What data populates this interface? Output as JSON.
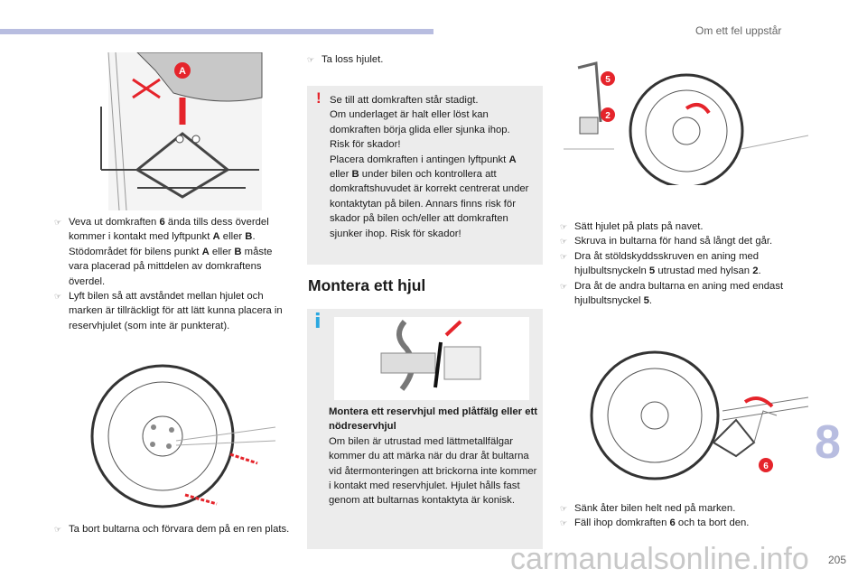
{
  "header": {
    "section_title": "Om ett fel uppstår",
    "accent_color": "#b8bde0"
  },
  "figures": {
    "lift_point_label": "A",
    "wrench_label": "5",
    "socket_label": "2",
    "jack_label": "6"
  },
  "left": {
    "steps": [
      [
        [
          "Veva ut domkraften ",
          0
        ],
        [
          "6",
          1
        ],
        [
          " ända tills dess överdel kommer i kontakt med lyftpunkt ",
          0
        ],
        [
          "A",
          1
        ],
        [
          " eller ",
          0
        ],
        [
          "B",
          1
        ],
        [
          ". Stödområdet för bilens punkt ",
          0
        ],
        [
          "A",
          1
        ],
        [
          " eller ",
          0
        ],
        [
          "B",
          1
        ],
        [
          " måste vara placerad på mittdelen av domkraftens överdel.",
          0
        ]
      ],
      [
        [
          "Lyft bilen så att avståndet mellan hjulet och marken är tillräckligt för att lätt kunna placera in reservhjulet (som inte är punkterat).",
          0
        ]
      ]
    ],
    "bottom_steps": [
      [
        [
          "Ta bort bultarna och förvara dem på en ren plats.",
          0
        ]
      ]
    ]
  },
  "middle": {
    "steps": [
      [
        [
          "Ta loss hjulet.",
          0
        ]
      ]
    ],
    "warning": {
      "icon": "exclamation-icon",
      "paragraphs": [
        [
          [
            "Se till att domkraften står stadigt.",
            0
          ]
        ],
        [
          [
            "Om underlaget är halt eller löst kan domkraften börja glida eller sjunka ihop.",
            0
          ]
        ],
        [
          [
            "Risk för skador!",
            0
          ]
        ],
        [
          [
            "Placera domkraften i antingen lyftpunkt ",
            0
          ],
          [
            "A",
            1
          ],
          [
            " eller ",
            0
          ],
          [
            "B",
            1
          ],
          [
            " under bilen och kontrollera att domkraftshuvudet är korrekt centrerat under kontaktytan på bilen. Annars finns risk för skador på bilen och/eller att domkraften sjunker ihop. Risk för skador!",
            0
          ]
        ]
      ]
    },
    "section_heading": "Montera ett hjul",
    "info": {
      "icon": "info-icon",
      "title": "Montera ett reservhjul med plåtfälg eller ett nödreservhjul",
      "body": "Om bilen är utrustad med lättmetallfälgar kommer du att märka när du drar åt bultarna vid återmonteringen att brickorna inte kommer i kontakt med reservhjulet. Hjulet hålls fast genom att bultarnas kontaktyta är konisk."
    }
  },
  "right": {
    "steps": [
      [
        [
          "Sätt hjulet på plats på navet.",
          0
        ]
      ],
      [
        [
          "Skruva in bultarna för hand så långt det går.",
          0
        ]
      ],
      [
        [
          "Dra åt stöldskyddsskruven en aning med hjulbultsnyckeln ",
          0
        ],
        [
          "5",
          1
        ],
        [
          " utrustad med hylsan ",
          0
        ],
        [
          "2",
          1
        ],
        [
          ".",
          0
        ]
      ],
      [
        [
          "Dra åt de andra bultarna en aning med endast hjulbultsnyckel ",
          0
        ],
        [
          "5",
          1
        ],
        [
          ".",
          0
        ]
      ]
    ],
    "bottom_steps": [
      [
        [
          "Sänk åter bilen helt ned på marken.",
          0
        ]
      ],
      [
        [
          "Fäll ihop domkraften ",
          0
        ],
        [
          "6",
          1
        ],
        [
          " och ta bort den.",
          0
        ]
      ]
    ]
  },
  "chapter_number": "8",
  "page_number": "205",
  "watermark": "carmanualsonline.info"
}
